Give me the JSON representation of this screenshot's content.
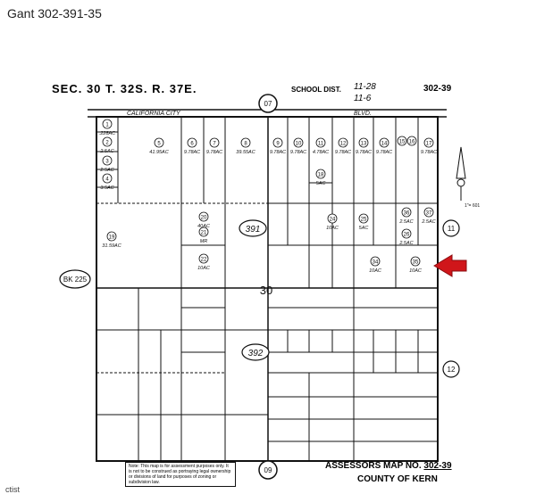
{
  "caption": "Gant 302-391-35",
  "header": {
    "section": "SEC. 30 T. 32S. R. 37E.",
    "school_label": "SCHOOL DIST.",
    "school_value_1": "11-28",
    "school_value_2": "11-6",
    "map_number": "302-39"
  },
  "road": {
    "top_name_left": "CALIFORNIA CITY",
    "top_name_right": "BLVD."
  },
  "markers": {
    "top_circle": "07",
    "bottom_circle": "09",
    "right_circle_upper": "11",
    "right_circle_lower": "12",
    "book_left": "BK 225",
    "block_upper": "391",
    "block_lower": "392",
    "section_center": "30"
  },
  "north": {
    "scale": "1\"= 601"
  },
  "footer": {
    "assessors": "ASSESSORS MAP NO.",
    "map_no": "302-39",
    "county": "COUNTY OF KERN",
    "note": "Note: This map is for assessment purposes only. It is not to be construed as portraying legal ownership or divisions of land for purposes of zoning or subdivision law."
  },
  "bottom_partial": "ctist",
  "highlight_color": "#d0161a",
  "parcels": [
    {
      "n": "1",
      "a": ".228AC"
    },
    {
      "n": "2",
      "a": "2.5AC"
    },
    {
      "n": "3",
      "a": "2.5AC"
    },
    {
      "n": "4",
      "a": "3.5AC"
    },
    {
      "n": "5",
      "a": "41.95AC"
    },
    {
      "n": "6",
      "a": "9.78AC"
    },
    {
      "n": "7",
      "a": "9.78AC"
    },
    {
      "n": "8",
      "a": "39.55AC"
    },
    {
      "n": "9",
      "a": "9.78AC"
    },
    {
      "n": "10",
      "a": "9.78AC"
    },
    {
      "n": "11",
      "a": "4.78AC"
    },
    {
      "n": "12",
      "a": "9.78AC"
    },
    {
      "n": "13",
      "a": "9.78AC"
    },
    {
      "n": "14",
      "a": "9.78AC"
    },
    {
      "n": "15",
      "a": ""
    },
    {
      "n": "16",
      "a": ""
    },
    {
      "n": "17",
      "a": "9.78AC"
    },
    {
      "n": "18",
      "a": "5AC"
    },
    {
      "n": "19",
      "a": "31.59AC"
    },
    {
      "n": "20",
      "a": "40AC"
    },
    {
      "n": "21",
      "a": "MR"
    },
    {
      "n": "22",
      "a": "10AC"
    },
    {
      "n": "24",
      "a": "10AC"
    },
    {
      "n": "25",
      "a": "5AC"
    },
    {
      "n": "26",
      "a": "2.5AC"
    },
    {
      "n": "34",
      "a": "10AC"
    },
    {
      "n": "35",
      "a": "10AC"
    },
    {
      "n": "36",
      "a": "2.5AC"
    },
    {
      "n": "37",
      "a": "2.5AC"
    }
  ]
}
